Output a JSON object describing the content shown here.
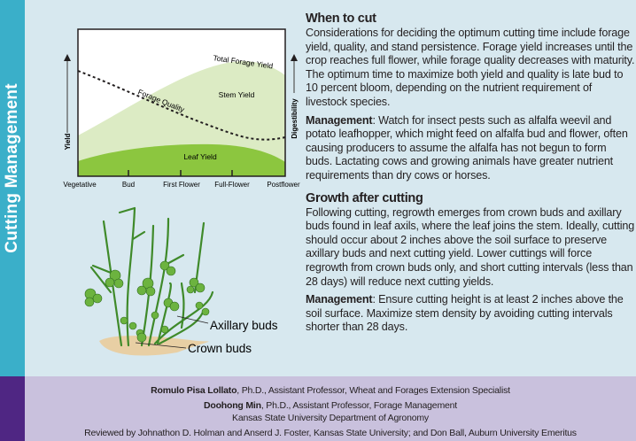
{
  "sidebar": {
    "title": "Cutting Management",
    "accent_color": "#3aafc9",
    "footer_color": "#4f2683"
  },
  "chart_data": {
    "type": "area",
    "title": "",
    "x_categories": [
      "Vegetative",
      "Bud",
      "First Flower",
      "Full-Flower",
      "Postflower"
    ],
    "ylabel_left": "Yield",
    "ylabel_right": "Digestibility",
    "series": [
      {
        "name": "Total Forage Yield",
        "label": "Total  Forage Yield",
        "color": "#dcebc4",
        "shape": "rises from Vegetative to a peak at Full-Flower, then declines"
      },
      {
        "name": "Stem Yield",
        "label": "Stem Yield",
        "color": "#dcebc4"
      },
      {
        "name": "Leaf Yield",
        "label": "Leaf Yield",
        "color": "#8cc63f",
        "shape": "low, nearly flat, slight peak around First Flower"
      },
      {
        "name": "Forage Quality",
        "label": "Forage Quality",
        "style": "dashed",
        "shape": "declines from Vegetative to a minimum after Full-Flower"
      }
    ]
  },
  "illustration": {
    "labels": {
      "axillary": "Axillary buds",
      "crown": "Crown buds"
    }
  },
  "content": {
    "when_to_cut": {
      "heading": "When to cut",
      "body": "Considerations for deciding the optimum cutting time include forage yield, quality, and stand persistence. Forage yield increases until the crop reaches full flower, while forage quality decreases with maturity. The optimum time to maximize both yield and quality is late bud to 10 percent bloom, depending on the nutrient requirement of livestock species.",
      "mgmt_label": "Management",
      "mgmt_body": ": Watch for insect pests such as alfalfa weevil and potato leafhopper, which might feed on alfalfa bud and flower, often causing producers to assume the alfalfa has not begun to form buds. Lactating cows and growing animals have greater nutrient requirements than dry cows or horses."
    },
    "growth_after_cutting": {
      "heading": "Growth after cutting",
      "body": "Following cutting, regrowth emerges from crown buds and axillary buds found in leaf axils, where the leaf joins the stem. Ideally, cutting should occur about 2 inches above the soil surface to preserve axillary buds and next cutting yield. Lower cuttings will force regrowth from crown buds only, and short cutting intervals (less than 28 days) will reduce next cutting yields.",
      "mgmt_label": "Management",
      "mgmt_body": ": Ensure cutting height is at least 2 inches above the soil surface. Maximize stem density by avoiding cutting intervals shorter than 28 days."
    }
  },
  "footer": {
    "author1_name": "Romulo Pisa Lollato",
    "author1_title": ", Ph.D., Assistant Professor, Wheat and Forages Extension Specialist",
    "author2_name": "Doohong Min",
    "author2_title": ", Ph.D., Assistant Professor, Forage Management",
    "department": "Kansas State University Department of Agronomy",
    "reviewers": "Reviewed by Johnathon D. Holman and Anserd J. Foster, Kansas State University; and Don Ball, Auburn University Emeritus"
  }
}
